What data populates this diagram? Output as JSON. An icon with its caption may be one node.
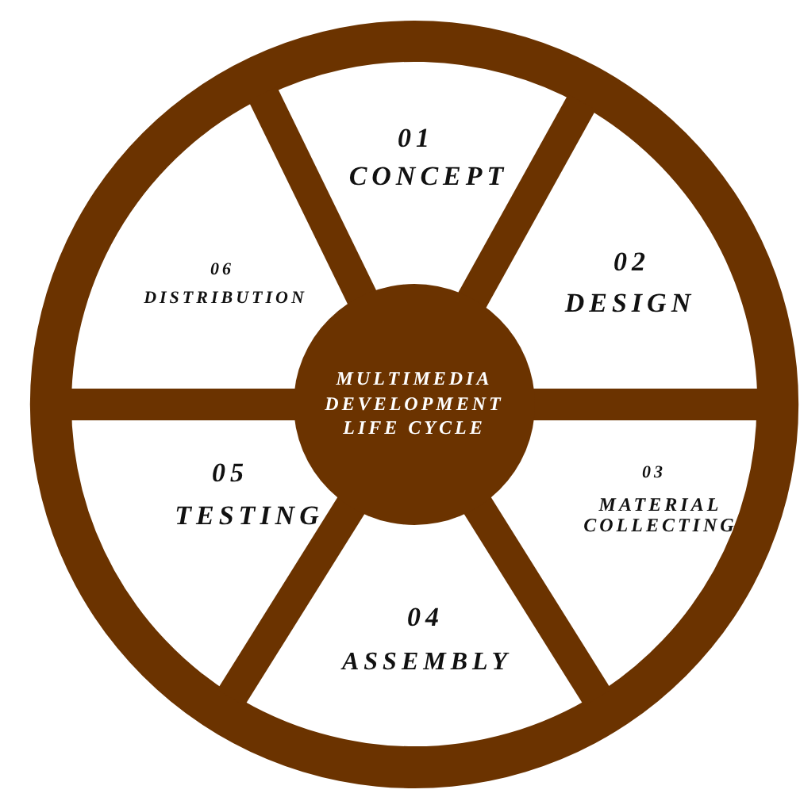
{
  "diagram": {
    "nodes": [
      {
        "text": [
          "01",
          "CONCEPT"
        ]
      },
      {
        "text": [
          "02",
          "DESIGN"
        ]
      },
      {
        "text": [
          "03",
          "MATERIAL COLLECTING"
        ]
      },
      {
        "text": [
          "04",
          "ASSEMBLY"
        ]
      },
      {
        "text": [
          "05",
          "TESTING"
        ]
      },
      {
        "text": [
          "06",
          "DISTRIBUTION"
        ]
      },
      {
        "text": [
          "MULTIMEDIA DEVELOPMENT LIFE CYCLE"
        ]
      }
    ]
  }
}
